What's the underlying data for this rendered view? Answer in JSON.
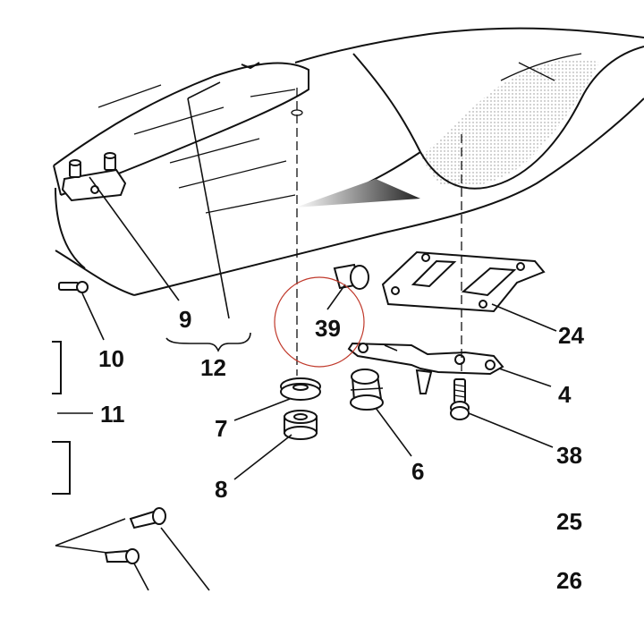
{
  "diagram": {
    "callouts": [
      {
        "id": "9",
        "label": "9"
      },
      {
        "id": "10",
        "label": "10"
      },
      {
        "id": "12",
        "label": "12"
      },
      {
        "id": "11",
        "label": "11"
      },
      {
        "id": "39",
        "label": "39"
      },
      {
        "id": "24",
        "label": "24"
      },
      {
        "id": "4",
        "label": "4"
      },
      {
        "id": "7",
        "label": "7"
      },
      {
        "id": "8",
        "label": "8"
      },
      {
        "id": "6",
        "label": "6"
      },
      {
        "id": "38",
        "label": "38"
      },
      {
        "id": "25",
        "label": "25"
      },
      {
        "id": "26",
        "label": "26"
      }
    ],
    "highlight_color": "#c0392b",
    "line_color": "#111111"
  }
}
